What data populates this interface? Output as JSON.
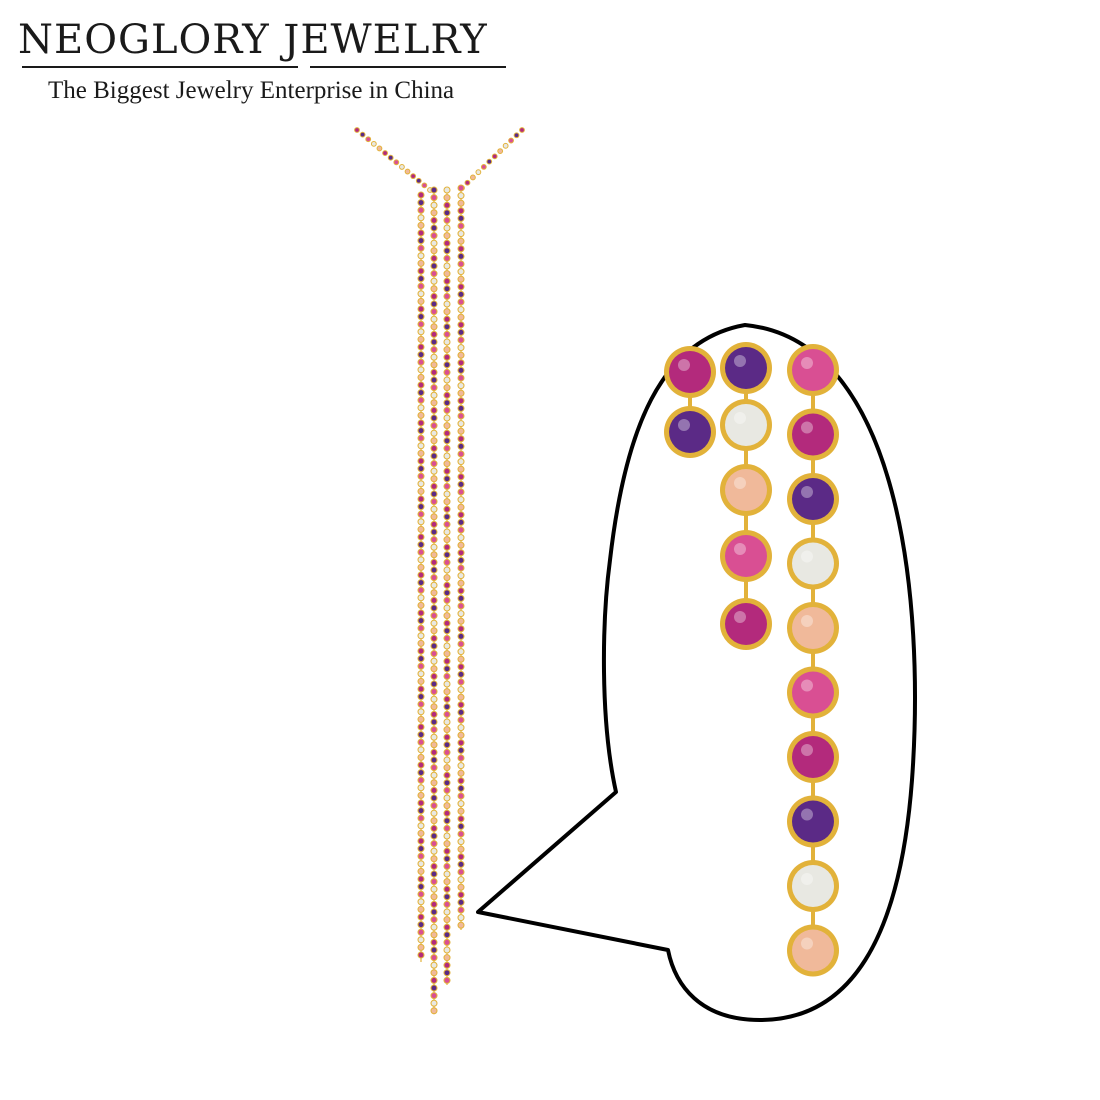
{
  "brand": {
    "name": "NEOGLORY JEWELRY",
    "tagline": "The Biggest Jewelry Enterprise in China"
  },
  "colors": {
    "background": "#ffffff",
    "text": "#1a1a1a",
    "gold": "#e2b23a",
    "outline": "#000000",
    "amethyst": "#5b2a86",
    "fuchsia": "#b32a7c",
    "crystal": "#e8e8e2",
    "peach": "#f0b99a",
    "rose": "#d94f93"
  },
  "product": {
    "type": "tassel necklace",
    "gem_palette": [
      "fuchsia",
      "amethyst",
      "rose",
      "crystal",
      "peach"
    ],
    "zoom_callout": "gemstone-detail"
  }
}
